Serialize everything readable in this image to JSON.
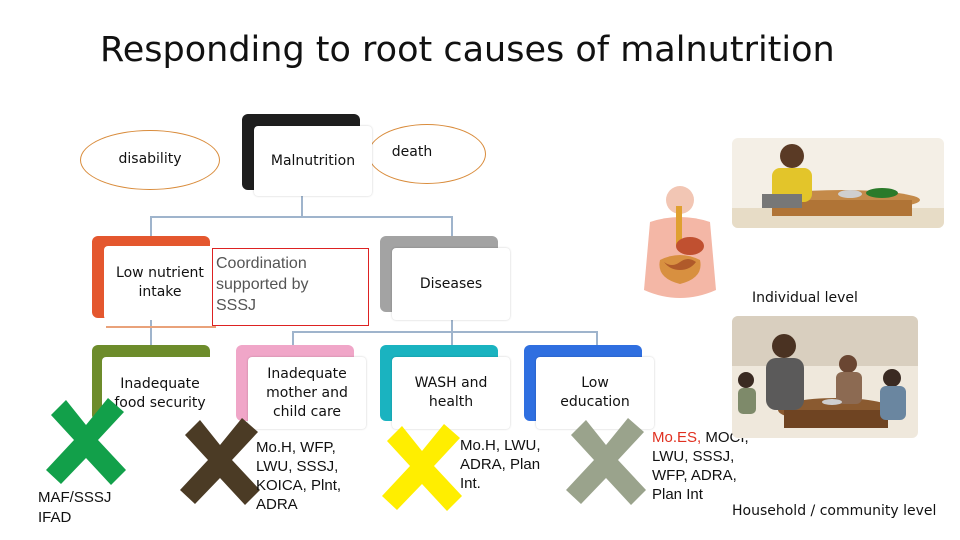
{
  "title": "Responding to root causes of malnutrition",
  "ellipses": {
    "disability": "disability",
    "death": "death"
  },
  "boxes": {
    "malnutrition": "Malnutrition",
    "low_nutrient": "Low nutrient intake",
    "diseases": "Diseases",
    "inadequate_food": "Inadequate food security",
    "inadequate_care": "Inadequate mother and child care",
    "wash": "WASH and health",
    "low_education": "Low education"
  },
  "coordination": {
    "line1": "Coordination",
    "line2": "supported by",
    "line3": "SSSJ"
  },
  "actors": {
    "maf": "MAF/SSSJ\nIFAD",
    "moh_wfp": "Mo.H, WFP,\nLWU, SSSJ,\nKOICA, Plnt,\nADRA",
    "moh_lwu": "Mo.H, LWU,\nADRA, Plan\nInt.",
    "moes_prefix": "Mo.ES,",
    "moes_rest": " MOCI,\nLWU, SSSJ,\nWFP, ADRA,\nPlan Int"
  },
  "levels": {
    "individual": "Individual level",
    "household": "Household / community level"
  },
  "colors": {
    "malnutrition_back": "#1e1e1e",
    "low_nutrient_back": "#e4572e",
    "diseases_back": "#a3a3a3",
    "food_back": "#6d8c2b",
    "care_back": "#f0a6c8",
    "wash_back": "#1ab3c0",
    "education_back": "#2f6fe0",
    "x_green": "#12a04a",
    "x_brown": "#4b3b25",
    "x_yellow": "#ffee00",
    "x_grey": "#9aa38c",
    "moes_red": "#e03020"
  }
}
